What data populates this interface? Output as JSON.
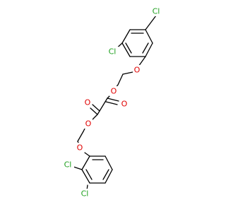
{
  "molecule": {
    "atoms": [
      {
        "id": "cl_top",
        "element": "Cl",
        "label": "Cl",
        "color": "#1fa01f"
      },
      {
        "id": "cl_upper_ortho",
        "element": "Cl",
        "label": "Cl",
        "color": "#1fa01f"
      },
      {
        "id": "o_ether_top",
        "element": "O",
        "label": "O",
        "color": "#e00000"
      },
      {
        "id": "o_ester_top",
        "element": "O",
        "label": "O",
        "color": "#e00000"
      },
      {
        "id": "o_carbonyl_right",
        "element": "O",
        "label": "O",
        "color": "#e00000"
      },
      {
        "id": "o_carbonyl_left",
        "element": "O",
        "label": "O",
        "color": "#e00000"
      },
      {
        "id": "o_ester_bottom",
        "element": "O",
        "label": "O",
        "color": "#e00000"
      },
      {
        "id": "o_ether_bottom",
        "element": "O",
        "label": "O",
        "color": "#e00000"
      },
      {
        "id": "cl_lower_ortho",
        "element": "Cl",
        "label": "Cl",
        "color": "#1fa01f"
      },
      {
        "id": "cl_bottom",
        "element": "Cl",
        "label": "Cl",
        "color": "#1fa01f"
      }
    ],
    "colors": {
      "carbon_bond": "#000000",
      "oxygen": "#e00000",
      "chlorine": "#1fa01f",
      "background": "#ffffff"
    }
  }
}
